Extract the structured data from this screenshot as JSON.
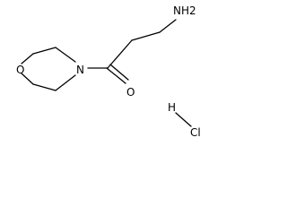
{
  "structure": {
    "atoms": {
      "amine": "NH2",
      "ring_oxygen": "O",
      "ring_nitrogen": "N",
      "carbonyl_oxygen": "O",
      "salt_h": "H",
      "salt_cl": "Cl"
    }
  }
}
